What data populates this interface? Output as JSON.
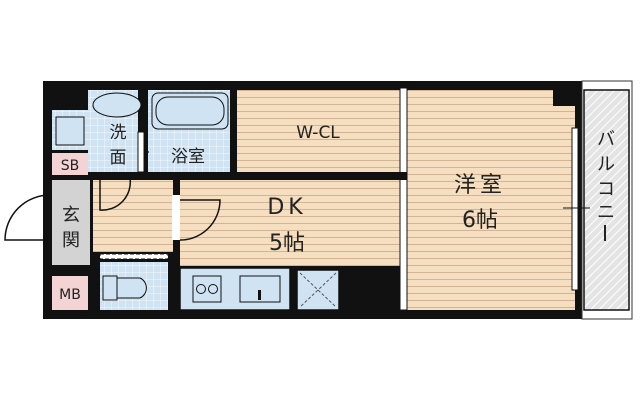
{
  "rooms": {
    "washroom": {
      "line1": "洗",
      "line2": "面"
    },
    "bathroom": "浴室",
    "walk_in_closet": "W-CL",
    "dining_kitchen": {
      "name": "DK",
      "size": "5帖"
    },
    "western_room": {
      "name": "洋室",
      "size": "6帖"
    },
    "balcony": [
      "バ",
      "ル",
      "コ",
      "ニ",
      "ー"
    ],
    "entrance": {
      "line1": "玄",
      "line2": "関"
    },
    "shoe_box": "SB",
    "meter_box": "MB"
  },
  "colors": {
    "wall": "#111111",
    "wood_floor": "#f6dfc0",
    "wood_line": "#c9a98a",
    "tile": "#cfe3f2",
    "entrance_floor": "#d3d3d3",
    "label_box": "#f3d3d3",
    "balcony": "#e4e4e4"
  }
}
